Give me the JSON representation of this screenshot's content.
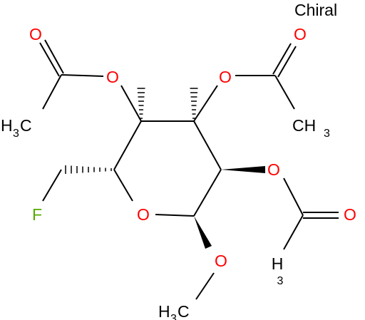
{
  "molecule": {
    "stereo_note": "Chiral",
    "colors": {
      "bond": "#000000",
      "oxygen": "#ff0000",
      "fluorine": "#55aa00",
      "carbon_label": "#000000"
    },
    "atoms": {
      "o_acetyl_1_carbonyl": "O",
      "o_acetyl_1_ester": "O",
      "o_acetyl_2_carbonyl": "O",
      "o_acetyl_2_ester": "O",
      "o_acetyl_3_ester": "O",
      "o_acetyl_3_carbonyl": "O",
      "o_ring": "O",
      "o_methoxy": "O",
      "fluorine": "F"
    },
    "methyl_groups": {
      "acetyl_1": {
        "main": "H",
        "sub": "3",
        "tail": "C"
      },
      "acetyl_2": {
        "main": "CH",
        "sub": "3"
      },
      "acetyl_3": {
        "main": "H",
        "sub": "3"
      },
      "methoxy": {
        "main": "H",
        "sub": "3",
        "tail": "C"
      }
    }
  }
}
